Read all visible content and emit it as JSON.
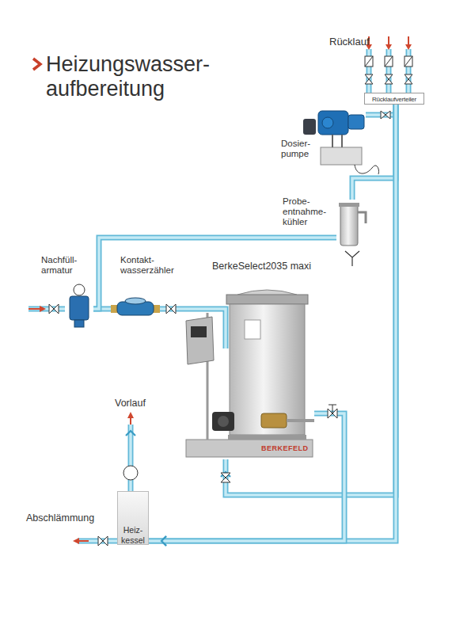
{
  "diagram": {
    "title": "Heizungswasser- aufbereitung",
    "nodes": [
      {
        "text": [
          "Rücklaufverteiler"
        ]
      },
      {
        "text": [
          "Dosier- pumpe"
        ]
      },
      {
        "text": [
          "Probe- entnahme- kühler"
        ]
      },
      {
        "text": [
          "Nachfüll- armatur"
        ]
      },
      {
        "text": [
          "Kontakt- wasserzähler"
        ]
      },
      {
        "text": [
          "BerkeSelect2035 maxi",
          "BERKEFELD"
        ]
      },
      {
        "text": [
          "Heiz- kessel"
        ]
      }
    ],
    "edges": [
      {
        "from": 3,
        "to": 4,
        "arrow": "none"
      },
      {
        "from": 3,
        "to": 2,
        "arrow": "none"
      },
      {
        "from": 4,
        "to": 5,
        "arrow": "none"
      },
      {
        "from": 0,
        "to": 1,
        "arrow": "none"
      },
      {
        "from": 0,
        "to": 2,
        "arrow": "none"
      },
      {
        "from": 0,
        "to": 5,
        "arrow": "to"
      },
      {
        "from": 0,
        "to": 6,
        "arrow": "to"
      },
      {
        "from": 5,
        "to": 6,
        "arrow": "to"
      }
    ],
    "labels": [
      "Rücklauf",
      "Vorlauf",
      "Abschlämmung"
    ]
  }
}
